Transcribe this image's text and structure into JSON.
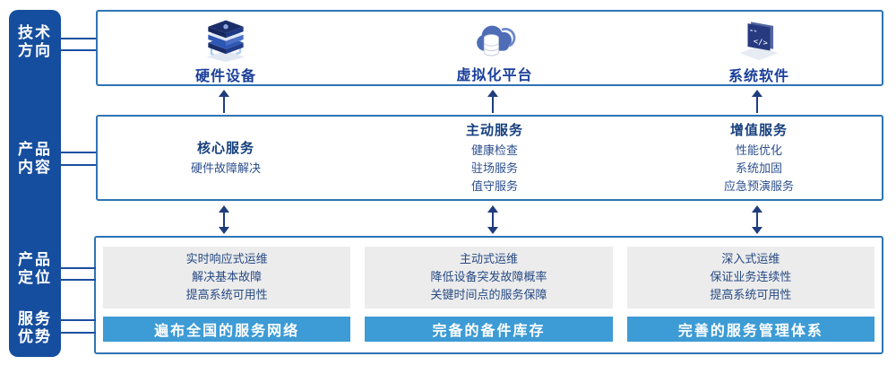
{
  "colors": {
    "sidebar_bg": "#164e9f",
    "box_border_blue": "#2e74b5",
    "banner_blue": "#3d9bd5",
    "gray_panel": "#ececec",
    "arrow_navy": "#1f3d7c",
    "top_label_blue": "#1a3f99",
    "heading_navy": "#16407d",
    "body_text_navy": "#2c4f8e",
    "banner_text": "#ffffff"
  },
  "sidebar": {
    "items": [
      {
        "id": "tech-direction",
        "line1": "技术",
        "line2": "方向"
      },
      {
        "id": "product-content",
        "line1": "产品",
        "line2": "内容"
      },
      {
        "id": "product-positioning",
        "line1": "产品",
        "line2": "定位"
      },
      {
        "id": "service-advantage",
        "line1": "服务",
        "line2": "优势"
      }
    ]
  },
  "top_row": {
    "columns": [
      {
        "icon": "server-stack-icon",
        "label": "硬件设备"
      },
      {
        "icon": "cloud-database-icon",
        "label": "虚拟化平台"
      },
      {
        "icon": "code-window-icon",
        "label": "系统软件"
      }
    ]
  },
  "product_row": {
    "columns": [
      {
        "heading": "核心服务",
        "items": [
          "硬件故障解决"
        ]
      },
      {
        "heading": "主动服务",
        "items": [
          "健康检查",
          "驻场服务",
          "值守服务"
        ]
      },
      {
        "heading": "增值服务",
        "items": [
          "性能优化",
          "系统加固",
          "应急预演服务"
        ]
      }
    ]
  },
  "bottom_row": {
    "columns": [
      {
        "lines": [
          "实时响应式运维",
          "解决基本故障",
          "提高系统可用性"
        ],
        "banner": "遍布全国的服务网络"
      },
      {
        "lines": [
          "主动式运维",
          "降低设备突发故障概率",
          "关键时间点的服务保障"
        ],
        "banner": "完备的备件库存"
      },
      {
        "lines": [
          "深入式运维",
          "保证业务连续性",
          "提高系统可用性"
        ],
        "banner": "完善的服务管理体系"
      }
    ]
  }
}
